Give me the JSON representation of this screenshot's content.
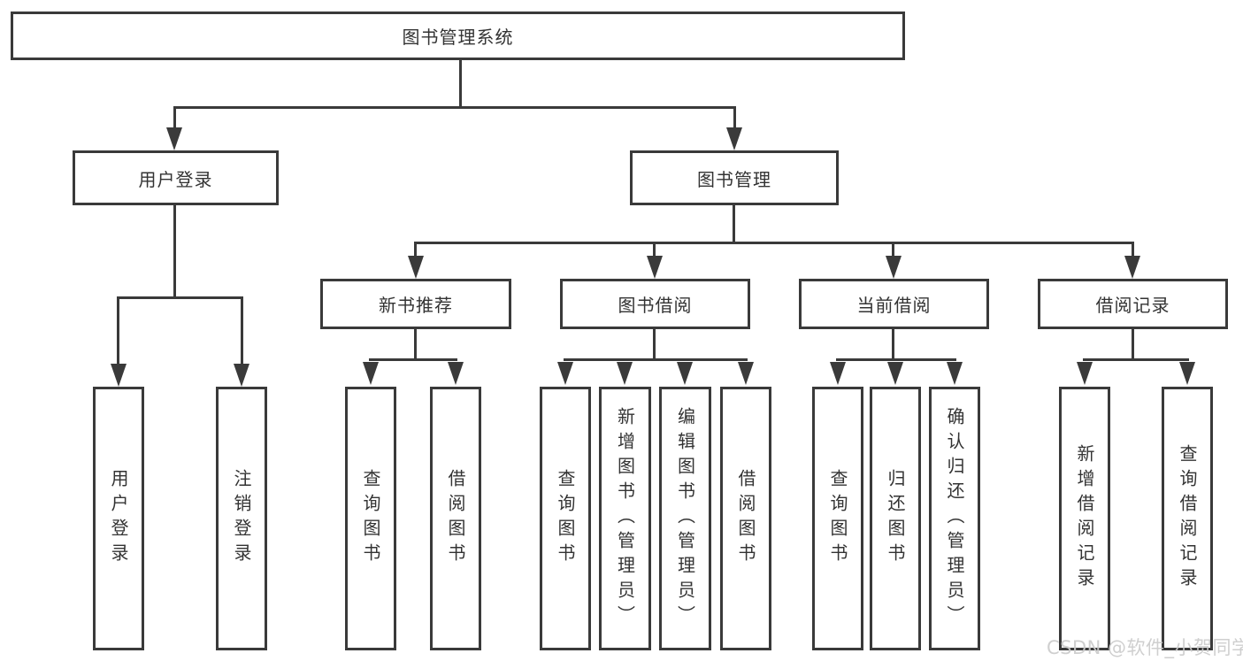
{
  "diagram": {
    "root": "图书管理系统",
    "user_login": "用户登录",
    "book_management": "图书管理",
    "new_book_recommend": "新书推荐",
    "book_borrowing": "图书借阅",
    "current_borrowing": "当前借阅",
    "borrowing_records": "借阅记录",
    "leaves": {
      "user_login_leaf": "用户登录",
      "logout": "注销登录",
      "query_books_recommend": "查询图书",
      "borrow_books_recommend": "借阅图书",
      "query_books_borrowing": "查询图书",
      "add_books_admin": "新增图书（管理员）",
      "edit_books_admin": "编辑图书（管理员）",
      "borrow_books_borrowing": "借阅图书",
      "query_books_current": "查询图书",
      "return_books": "归还图书",
      "confirm_return_admin": "确认归还（管理员）",
      "add_borrow_record": "新增借阅记录",
      "query_borrow_record": "查询借阅记录"
    }
  },
  "watermark": "CSDN @软件_小贺同学",
  "colors": {
    "line": "#3a3a3a",
    "text": "#333333",
    "watermark": "#cbcbcb",
    "background": "#ffffff"
  }
}
